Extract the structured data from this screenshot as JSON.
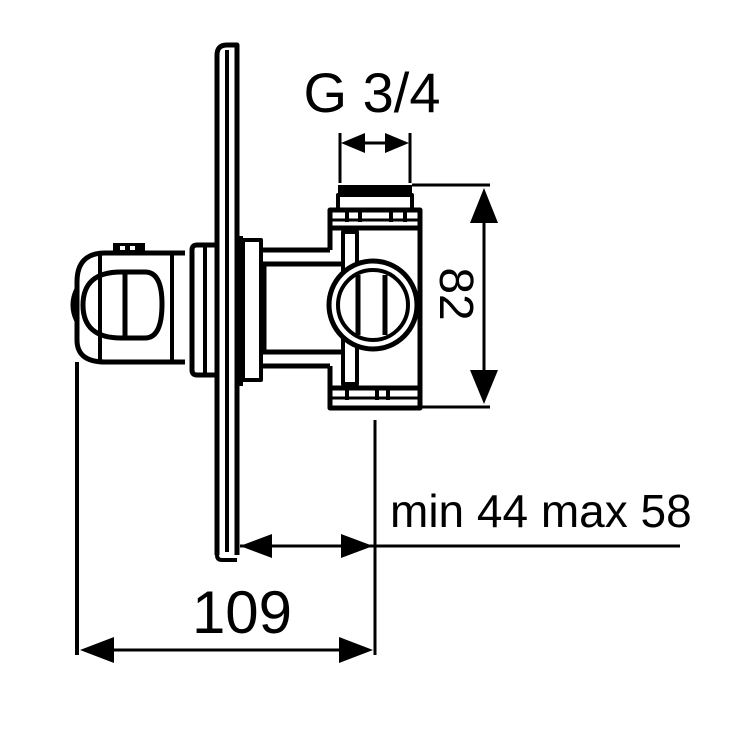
{
  "drawing": {
    "title": "Concealed shower valve technical drawing",
    "stroke_color": "#000000",
    "background_color": "#ffffff"
  },
  "dimensions": {
    "thread_label": "G 3/4",
    "height_label": "82",
    "depth_range_label": "min 44 max 58",
    "overall_length_label": "109"
  },
  "components": {
    "handle": "handle-knob",
    "cover_plate": "wall-cover-plate",
    "valve_body": "valve-body",
    "outlet_connector": "threaded-outlet"
  }
}
